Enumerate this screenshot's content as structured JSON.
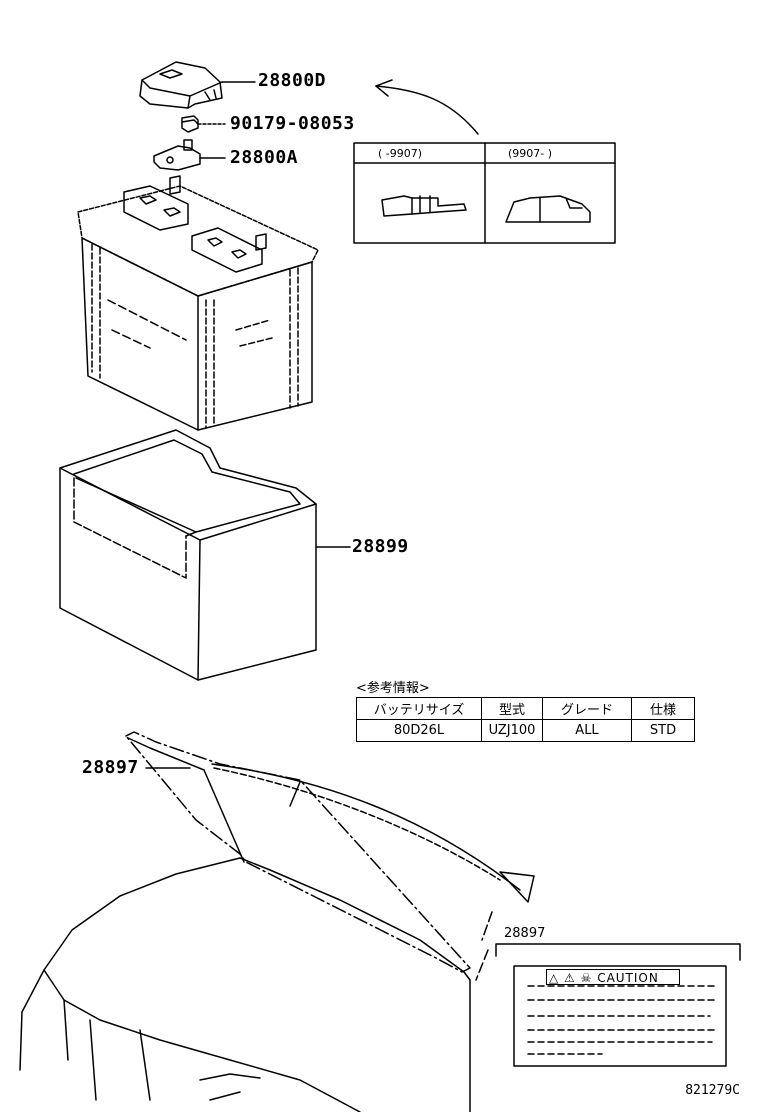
{
  "parts": {
    "cover": "28800D",
    "nut": "90179-08053",
    "terminal": "28800A",
    "tray": "28899",
    "label_hood": "28897",
    "label_detail": "28897"
  },
  "inset": {
    "col1": "(       -9907)",
    "col2": "(9907-        )"
  },
  "spec_table": {
    "title": "<参考情報>",
    "headers": [
      "バッテリサイズ",
      "型式",
      "グレード",
      "仕様"
    ],
    "row": [
      "80D26L",
      "UZJ100",
      "ALL",
      "STD"
    ]
  },
  "caution_label": "△ ⚠ ☠ CAUTION",
  "diagram_code": "821279C"
}
